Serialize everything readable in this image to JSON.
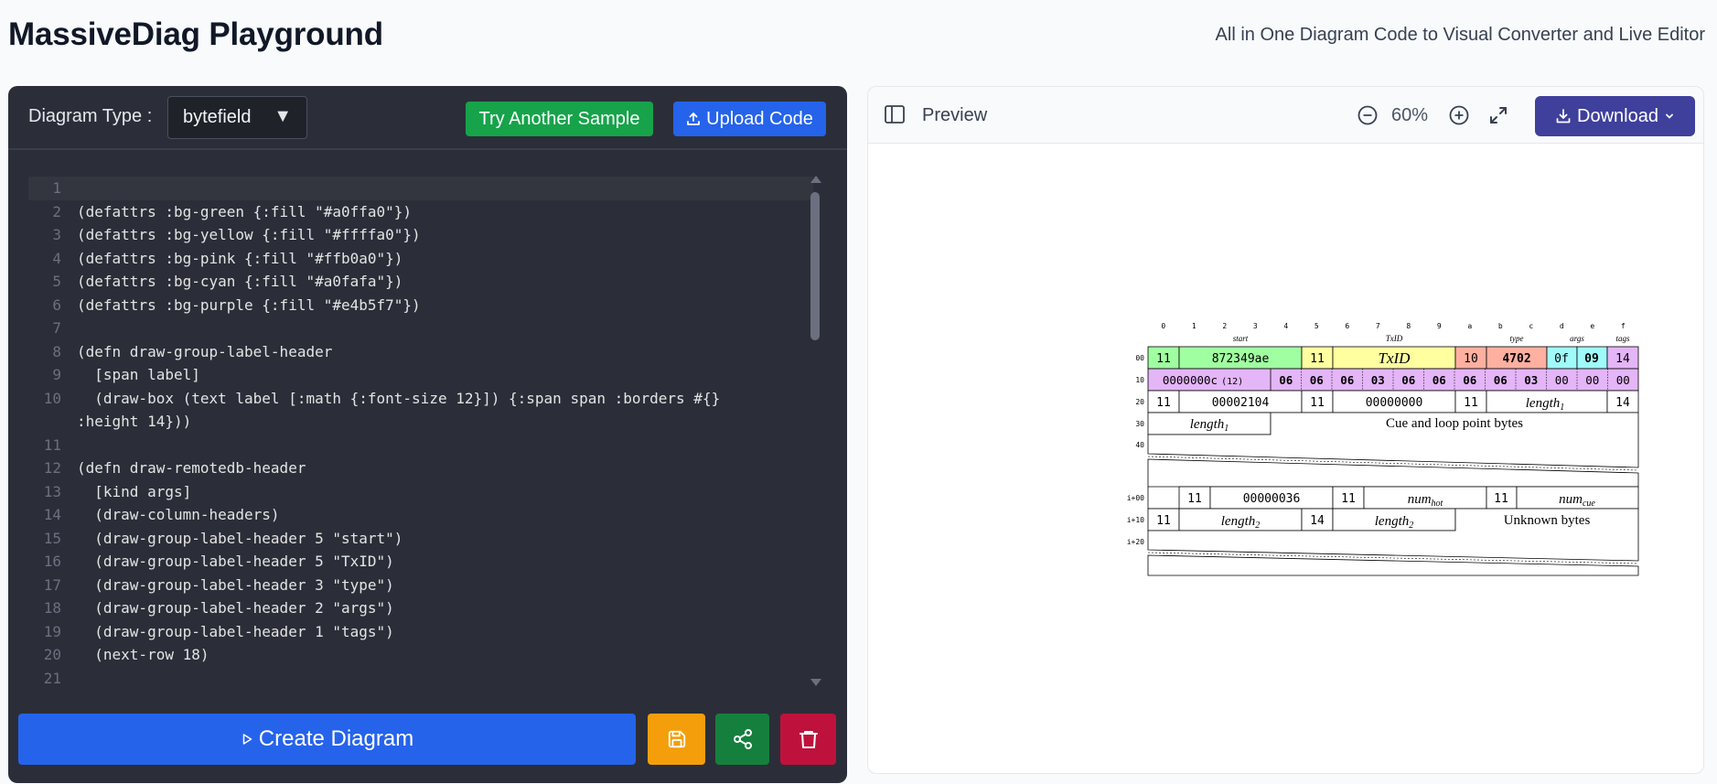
{
  "header": {
    "title": "MassiveDiag Playground",
    "subtitle": "All in One Diagram Code to Visual Converter and Live Editor"
  },
  "editor": {
    "type_label": "Diagram Type :",
    "type_value": "bytefield",
    "sample_button": "Try Another Sample",
    "upload_button": "Upload Code",
    "create_button": "Create Diagram",
    "lines": [
      {
        "n": "1",
        "code": ""
      },
      {
        "n": "2",
        "code": "(defattrs :bg-green {:fill \"#a0ffa0\"})"
      },
      {
        "n": "3",
        "code": "(defattrs :bg-yellow {:fill \"#ffffa0\"})"
      },
      {
        "n": "4",
        "code": "(defattrs :bg-pink {:fill \"#ffb0a0\"})"
      },
      {
        "n": "5",
        "code": "(defattrs :bg-cyan {:fill \"#a0fafa\"})"
      },
      {
        "n": "6",
        "code": "(defattrs :bg-purple {:fill \"#e4b5f7\"})"
      },
      {
        "n": "7",
        "code": ""
      },
      {
        "n": "8",
        "code": "(defn draw-group-label-header"
      },
      {
        "n": "9",
        "code": "  [span label]"
      },
      {
        "n": "10",
        "code": "  (draw-box (text label [:math {:font-size 12}]) {:span span :borders #{}"
      },
      {
        "n": "",
        "code": ":height 14}))"
      },
      {
        "n": "11",
        "code": ""
      },
      {
        "n": "12",
        "code": "(defn draw-remotedb-header"
      },
      {
        "n": "13",
        "code": "  [kind args]"
      },
      {
        "n": "14",
        "code": "  (draw-column-headers)"
      },
      {
        "n": "15",
        "code": "  (draw-group-label-header 5 \"start\")"
      },
      {
        "n": "16",
        "code": "  (draw-group-label-header 5 \"TxID\")"
      },
      {
        "n": "17",
        "code": "  (draw-group-label-header 3 \"type\")"
      },
      {
        "n": "18",
        "code": "  (draw-group-label-header 2 \"args\")"
      },
      {
        "n": "19",
        "code": "  (draw-group-label-header 1 \"tags\")"
      },
      {
        "n": "20",
        "code": "  (next-row 18)"
      },
      {
        "n": "21",
        "code": ""
      }
    ]
  },
  "preview": {
    "title": "Preview",
    "zoom": "60%",
    "download_button": "Download"
  },
  "diagram": {
    "column_headers": [
      "0",
      "1",
      "2",
      "3",
      "4",
      "5",
      "6",
      "7",
      "8",
      "9",
      "a",
      "b",
      "c",
      "d",
      "e",
      "f"
    ],
    "group_labels": [
      "start",
      "TxID",
      "type",
      "args",
      "tags"
    ],
    "row_labels": [
      "00",
      "10",
      "20",
      "30",
      "40",
      "i+00",
      "i+10",
      "i+20"
    ],
    "row0": [
      "11",
      "872349ae",
      "11",
      "TxID",
      "10",
      "4702",
      "0f",
      "09",
      "14"
    ],
    "row1_first": "0000000c",
    "row1_first_sub": "(12)",
    "row1_rest": [
      "06",
      "06",
      "06",
      "03",
      "06",
      "06",
      "06",
      "06",
      "03",
      "00",
      "00",
      "00"
    ],
    "row2": [
      "11",
      "00002104",
      "11",
      "00000000",
      "11",
      "length",
      "1",
      "14"
    ],
    "row3": [
      "length",
      "1",
      "Cue and loop point bytes"
    ],
    "rowi0": [
      "11",
      "00000036",
      "11",
      "num",
      "hot",
      "11",
      "num",
      "cue"
    ],
    "rowi1": [
      "11",
      "length",
      "2",
      "14",
      "length",
      "2",
      "Unknown bytes"
    ]
  },
  "colors": {
    "green": "#a0ffa0",
    "yellow": "#ffffa0",
    "pink": "#ffb0a0",
    "cyan": "#a0fafa",
    "purple": "#e4b5f7"
  }
}
